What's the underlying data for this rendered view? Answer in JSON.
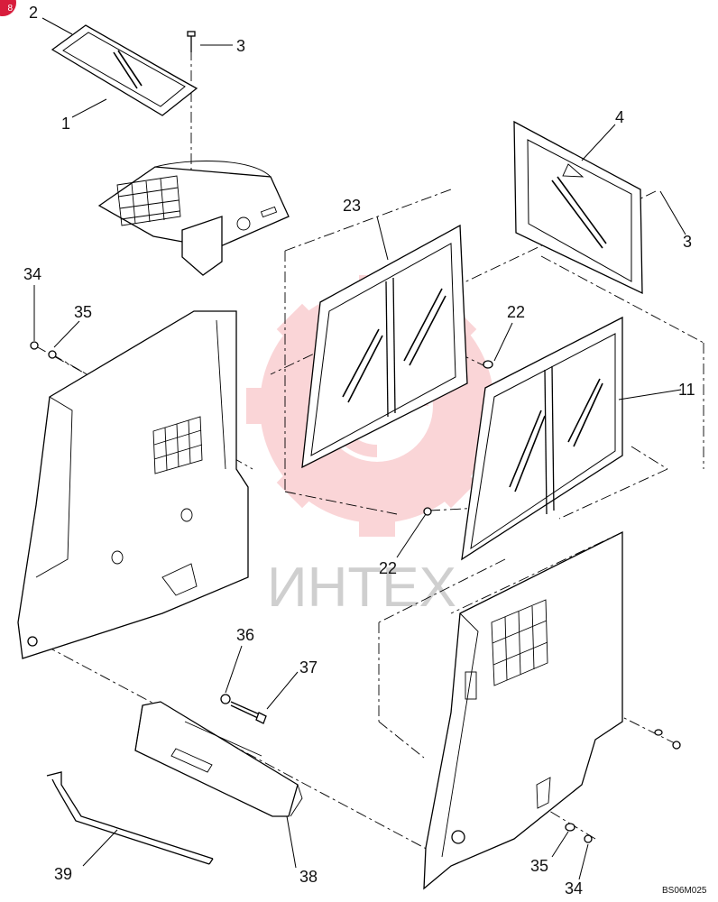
{
  "diagram": {
    "badge": "8",
    "watermark_text": "ИНТЕХ",
    "reference_code": "BS06M025",
    "callouts": {
      "c2": "2",
      "c1": "1",
      "c3a": "3",
      "c4": "4",
      "c3b": "3",
      "c23": "23",
      "c22a": "22",
      "c11": "11",
      "c22b": "22",
      "c34a": "34",
      "c35a": "35",
      "c36": "36",
      "c37": "37",
      "c39": "39",
      "c38": "38",
      "c35b": "35",
      "c34b": "34"
    }
  },
  "colors": {
    "watermark_gear": "#f6b4b8",
    "badge": "#d81d3c",
    "line": "#000000"
  }
}
